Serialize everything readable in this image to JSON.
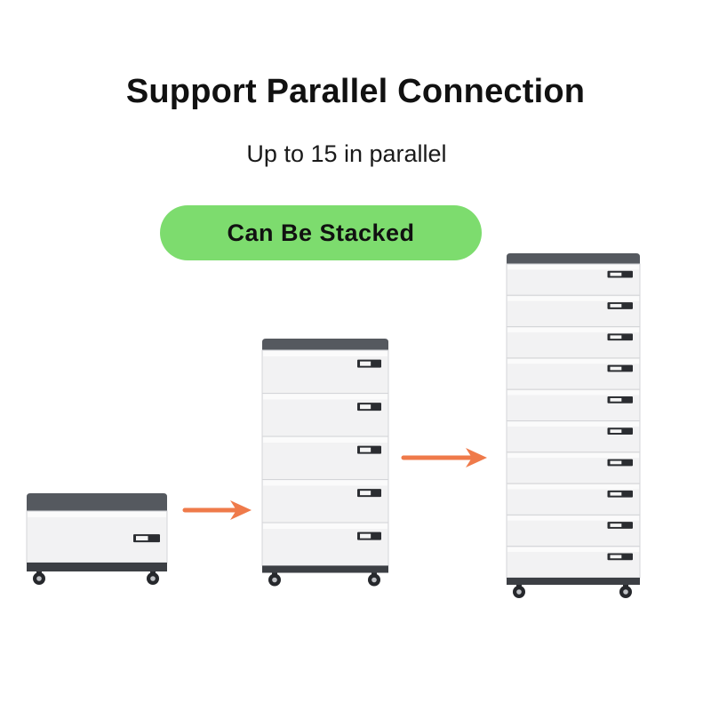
{
  "heading": "Support Parallel Connection",
  "subheading": "Up to 15 in parallel",
  "badge": "Can Be Stacked",
  "colors": {
    "badge": "#7ddc6e",
    "arrow": "#ef7a4a",
    "top_panel": "#55595f",
    "module_body": "#f2f2f3",
    "base": "#3c3f44"
  },
  "stacks": [
    {
      "name": "base-unit",
      "modules": 1
    },
    {
      "name": "stack-of-five",
      "modules": 5
    },
    {
      "name": "stack-of-ten",
      "modules": 10
    }
  ]
}
